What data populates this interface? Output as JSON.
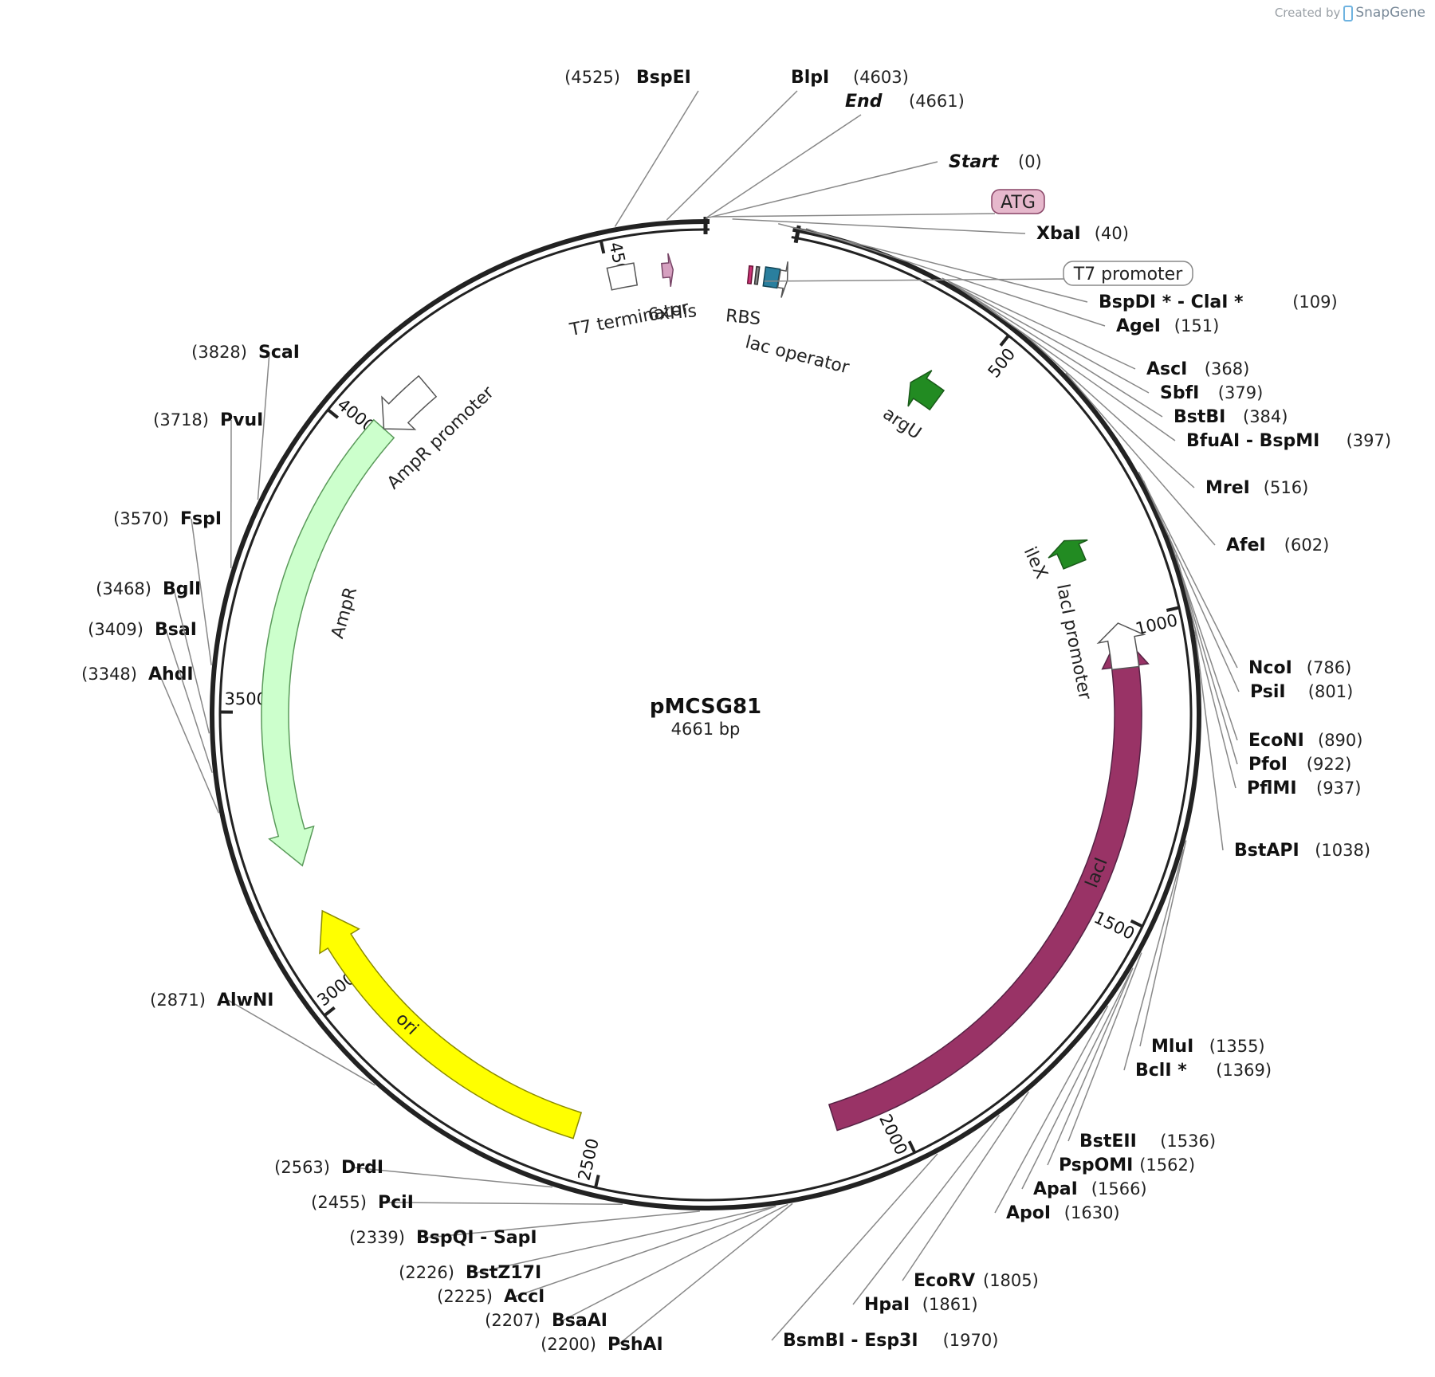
{
  "credit": {
    "created_by": "Created by",
    "brand": "SnapGene"
  },
  "plasmid": {
    "name": "pMCSG81",
    "length": "4661 bp",
    "total_bp": 4661
  },
  "ticks": [
    {
      "bp": 500,
      "label": "500"
    },
    {
      "bp": 1000,
      "label": "1000"
    },
    {
      "bp": 1500,
      "label": "1500"
    },
    {
      "bp": 2000,
      "label": "2000"
    },
    {
      "bp": 2500,
      "label": "2500"
    },
    {
      "bp": 3000,
      "label": "3000"
    },
    {
      "bp": 3500,
      "label": "3500"
    },
    {
      "bp": 4000,
      "label": "4000"
    },
    {
      "bp": 4500,
      "label": "4500"
    }
  ],
  "features": [
    {
      "name": "AmpR",
      "type": "arrow",
      "start": 3230,
      "end": 4035,
      "color": "#ccffcc",
      "stroke": "#5a9a5a",
      "direction": "ccw",
      "text_color": "#222"
    },
    {
      "name": "AmpR promoter",
      "type": "arrow-small",
      "start": 4035,
      "end": 4140,
      "color": "#ffffff",
      "stroke": "#555",
      "direction": "ccw"
    },
    {
      "name": "ori",
      "type": "arrow",
      "start": 2555,
      "end": 3145,
      "color": "#ffff00",
      "stroke": "#8a8a00",
      "direction": "cw",
      "text_color": "#222"
    },
    {
      "name": "lacI",
      "type": "arrow",
      "start": 1020,
      "end": 2103,
      "color": "#993366",
      "stroke": "#552244",
      "direction": "ccw",
      "text_color": "#ffffff"
    },
    {
      "name": "lacI promoter",
      "type": "arrow-small",
      "start": 1003,
      "end": 1083,
      "color": "#ffffff",
      "stroke": "#555",
      "direction": "ccw"
    },
    {
      "name": "argU",
      "type": "arrow-small",
      "start": 410,
      "end": 470,
      "color": "#228b22",
      "stroke": "#1a5a1a",
      "direction": "ccw"
    },
    {
      "name": "ileX",
      "type": "arrow-small",
      "start": 830,
      "end": 878,
      "color": "#228b22",
      "stroke": "#1a5a1a",
      "direction": "ccw"
    },
    {
      "name": "T7 terminator",
      "type": "box",
      "start": 4500,
      "end": 4544,
      "color": "#ffffff",
      "stroke": "#555"
    },
    {
      "name": "6xHis",
      "type": "arrow-small",
      "start": 4589,
      "end": 4607,
      "color": "#d6a0c0",
      "stroke": "#774466",
      "direction": "cw"
    },
    {
      "name": "RBS",
      "type": "bar",
      "start": 72,
      "end": 78,
      "color": "#cc3377",
      "stroke": "#661133"
    },
    {
      "name": "",
      "type": "bar",
      "start": 84,
      "end": 89,
      "color": "#888888",
      "stroke": "#333"
    },
    {
      "name": "lac operator",
      "type": "box",
      "start": 99,
      "end": 123,
      "color": "#2a7f9e",
      "stroke": "#114455"
    },
    {
      "name": "",
      "type": "arrow-small",
      "start": 124,
      "end": 138,
      "color": "#ffffff",
      "stroke": "#555",
      "direction": "cw"
    }
  ],
  "sites": [
    {
      "name": "Start",
      "pos": "(0)",
      "bp": 0,
      "italic": true
    },
    {
      "name": "XbaI",
      "pos": "(40)",
      "bp": 40
    },
    {
      "name": "BspDI * - ClaI *",
      "pos": "(109)",
      "bp": 109
    },
    {
      "name": "AgeI",
      "pos": "(151)",
      "bp": 151
    },
    {
      "name": "AscI",
      "pos": "(368)",
      "bp": 368
    },
    {
      "name": "SbfI",
      "pos": "(379)",
      "bp": 379
    },
    {
      "name": "BstBI",
      "pos": "(384)",
      "bp": 384
    },
    {
      "name": "BfuAI - BspMI",
      "pos": "(397)",
      "bp": 397
    },
    {
      "name": "MreI",
      "pos": "(516)",
      "bp": 516
    },
    {
      "name": "AfeI",
      "pos": "(602)",
      "bp": 602
    },
    {
      "name": "NcoI",
      "pos": "(786)",
      "bp": 786
    },
    {
      "name": "PsiI",
      "pos": "(801)",
      "bp": 801
    },
    {
      "name": "EcoNI",
      "pos": "(890)",
      "bp": 890
    },
    {
      "name": "PfoI",
      "pos": "(922)",
      "bp": 922
    },
    {
      "name": "PflMI",
      "pos": "(937)",
      "bp": 937
    },
    {
      "name": "BstAPI",
      "pos": "(1038)",
      "bp": 1038
    },
    {
      "name": "MluI",
      "pos": "(1355)",
      "bp": 1355
    },
    {
      "name": "BclI *",
      "pos": "(1369)",
      "bp": 1369
    },
    {
      "name": "BstEII",
      "pos": "(1536)",
      "bp": 1536
    },
    {
      "name": "PspOMI",
      "pos": "(1562)",
      "bp": 1562
    },
    {
      "name": "ApaI",
      "pos": "(1566)",
      "bp": 1566
    },
    {
      "name": "ApoI",
      "pos": "(1630)",
      "bp": 1630
    },
    {
      "name": "EcoRV",
      "pos": "(1805)",
      "bp": 1805
    },
    {
      "name": "HpaI",
      "pos": "(1861)",
      "bp": 1861
    },
    {
      "name": "BsmBI - Esp3I",
      "pos": "(1970)",
      "bp": 1970
    },
    {
      "name": "PshAI",
      "pos": "(2200)",
      "bp": 2200
    },
    {
      "name": "BsaAI",
      "pos": "(2207)",
      "bp": 2207
    },
    {
      "name": "AccI",
      "pos": "(2225)",
      "bp": 2225
    },
    {
      "name": "BstZ17I",
      "pos": "(2226)",
      "bp": 2226
    },
    {
      "name": "BspQI - SapI",
      "pos": "(2339)",
      "bp": 2339
    },
    {
      "name": "PciI",
      "pos": "(2455)",
      "bp": 2455
    },
    {
      "name": "DrdI",
      "pos": "(2563)",
      "bp": 2563
    },
    {
      "name": "AlwNI",
      "pos": "(2871)",
      "bp": 2871
    },
    {
      "name": "AhdI",
      "pos": "(3348)",
      "bp": 3348
    },
    {
      "name": "BsaI",
      "pos": "(3409)",
      "bp": 3409
    },
    {
      "name": "BglI",
      "pos": "(3468)",
      "bp": 3468
    },
    {
      "name": "FspI",
      "pos": "(3570)",
      "bp": 3570
    },
    {
      "name": "PvuI",
      "pos": "(3718)",
      "bp": 3718
    },
    {
      "name": "ScaI",
      "pos": "(3828)",
      "bp": 3828
    },
    {
      "name": "BspEI",
      "pos": "(4525)",
      "bp": 4525
    },
    {
      "name": "BlpI",
      "pos": "(4603)",
      "bp": 4603
    },
    {
      "name": "End",
      "pos": "(4661)",
      "bp": 4661,
      "italic": true
    }
  ],
  "primers": [
    {
      "name": "ATG"
    },
    {
      "name": "T7 promoter"
    }
  ]
}
